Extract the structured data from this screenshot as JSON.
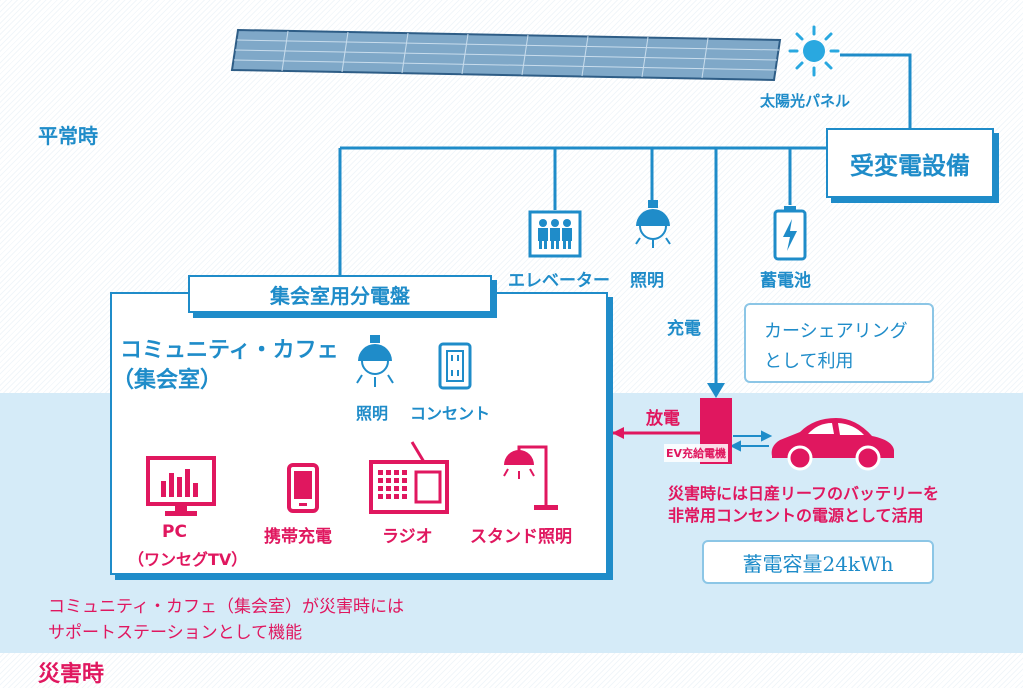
{
  "sections": {
    "normal_time": "平常時",
    "disaster_time": "災害時"
  },
  "equipment": {
    "solar_panel": "太陽光パネル",
    "substation": "受変電設備",
    "elevator": "エレベーター",
    "lighting_top": "照明",
    "storage_battery": "蓄電池",
    "charge": "充電",
    "discharge": "放電",
    "ev_charger": "EV充給電機"
  },
  "meeting_room": {
    "panel": "集会室用分電盤",
    "cafe_line1": "コミュニティ・カフェ",
    "cafe_line2": "（集会室）",
    "lighting": "照明",
    "outlet": "コンセント"
  },
  "devices": {
    "pc": "PC",
    "pc_sub": "（ワンセグTV）",
    "mobile": "携帯充電",
    "radio": "ラジオ",
    "stand_light": "スタンド照明"
  },
  "car_sharing": {
    "line1": "カーシェアリング",
    "line2": "として利用"
  },
  "ev_note": {
    "line1": "災害時には日産リーフのバッテリーを",
    "line2": "非常用コンセントの電源として活用"
  },
  "capacity": "蓄電容量24kWh",
  "support_note": {
    "line1": "コミュニティ・カフェ（集会室）が災害時には",
    "line2": "サポートステーションとして機能"
  },
  "colors": {
    "normal": "#1f8cc9",
    "disaster": "#e0175f",
    "disaster_zone": "#d5ebf8"
  }
}
